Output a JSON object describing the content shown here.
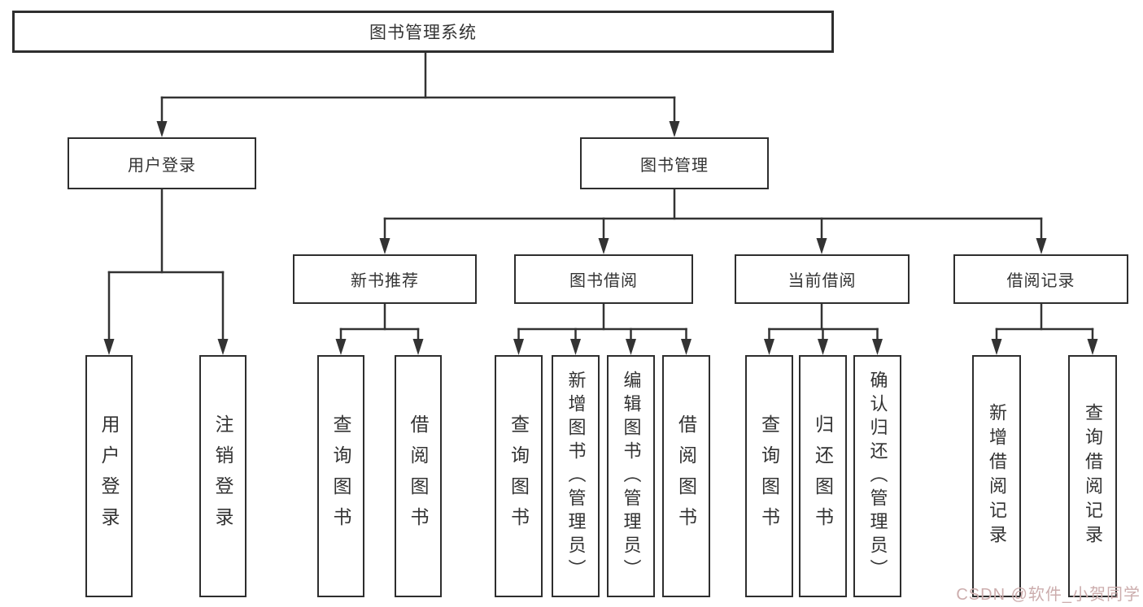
{
  "diagram": {
    "title": "图书管理系统",
    "tree": {
      "label": "图书管理系统",
      "children": [
        {
          "label": "用户登录",
          "children": [
            {
              "label": "用户登录"
            },
            {
              "label": "注销登录"
            }
          ]
        },
        {
          "label": "图书管理",
          "children": [
            {
              "label": "新书推荐",
              "children": [
                {
                  "label": "查询图书"
                },
                {
                  "label": "借阅图书"
                }
              ]
            },
            {
              "label": "图书借阅",
              "children": [
                {
                  "label": "查询图书"
                },
                {
                  "label": "新增图书（管理员）"
                },
                {
                  "label": "编辑图书（管理员）"
                },
                {
                  "label": "借阅图书"
                }
              ]
            },
            {
              "label": "当前借阅",
              "children": [
                {
                  "label": "查询图书"
                },
                {
                  "label": "归还图书"
                },
                {
                  "label": "确认归还（管理员）"
                }
              ]
            },
            {
              "label": "借阅记录",
              "children": [
                {
                  "label": "新增借阅记录"
                },
                {
                  "label": "查询借阅记录"
                }
              ]
            }
          ]
        }
      ]
    }
  },
  "watermark": {
    "text": "CSDN @软件_小贺同学"
  },
  "colors": {
    "line": "#333333",
    "box_border": "#2e2e2e",
    "text": "#333333",
    "watermark": "#ccadad",
    "background": "#ffffff"
  }
}
